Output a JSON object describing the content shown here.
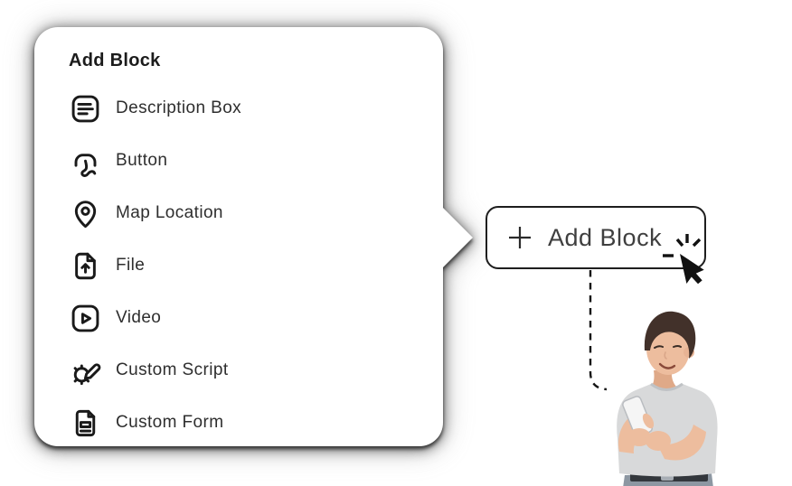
{
  "panel": {
    "title": "Add Block",
    "items": [
      {
        "label": "Description Box",
        "icon": "description-box-icon"
      },
      {
        "label": "Button",
        "icon": "button-icon"
      },
      {
        "label": "Map Location",
        "icon": "map-location-icon"
      },
      {
        "label": "File",
        "icon": "file-icon"
      },
      {
        "label": "Video",
        "icon": "video-icon"
      },
      {
        "label": "Custom Script",
        "icon": "custom-script-icon"
      },
      {
        "label": "Custom Form",
        "icon": "custom-form-icon"
      }
    ]
  },
  "action_button": {
    "label": "Add Block",
    "icon": "plus-icon",
    "cursor": "click-cursor-icon"
  },
  "illustration": {
    "description": "smiling man holding a phone, connected to the Add Block button by a dashed line"
  },
  "colors": {
    "background": "#ffffff",
    "panel_bg": "#ffffff",
    "ink": "#1a1a1a",
    "item_text": "#2e2e2e",
    "button_border": "#1e1e1e",
    "button_text": "#3f3f3f",
    "shirt": "#d8d9da",
    "skin": "#edbd9e",
    "hair": "#42312a",
    "jeans": "#8d97a2"
  }
}
